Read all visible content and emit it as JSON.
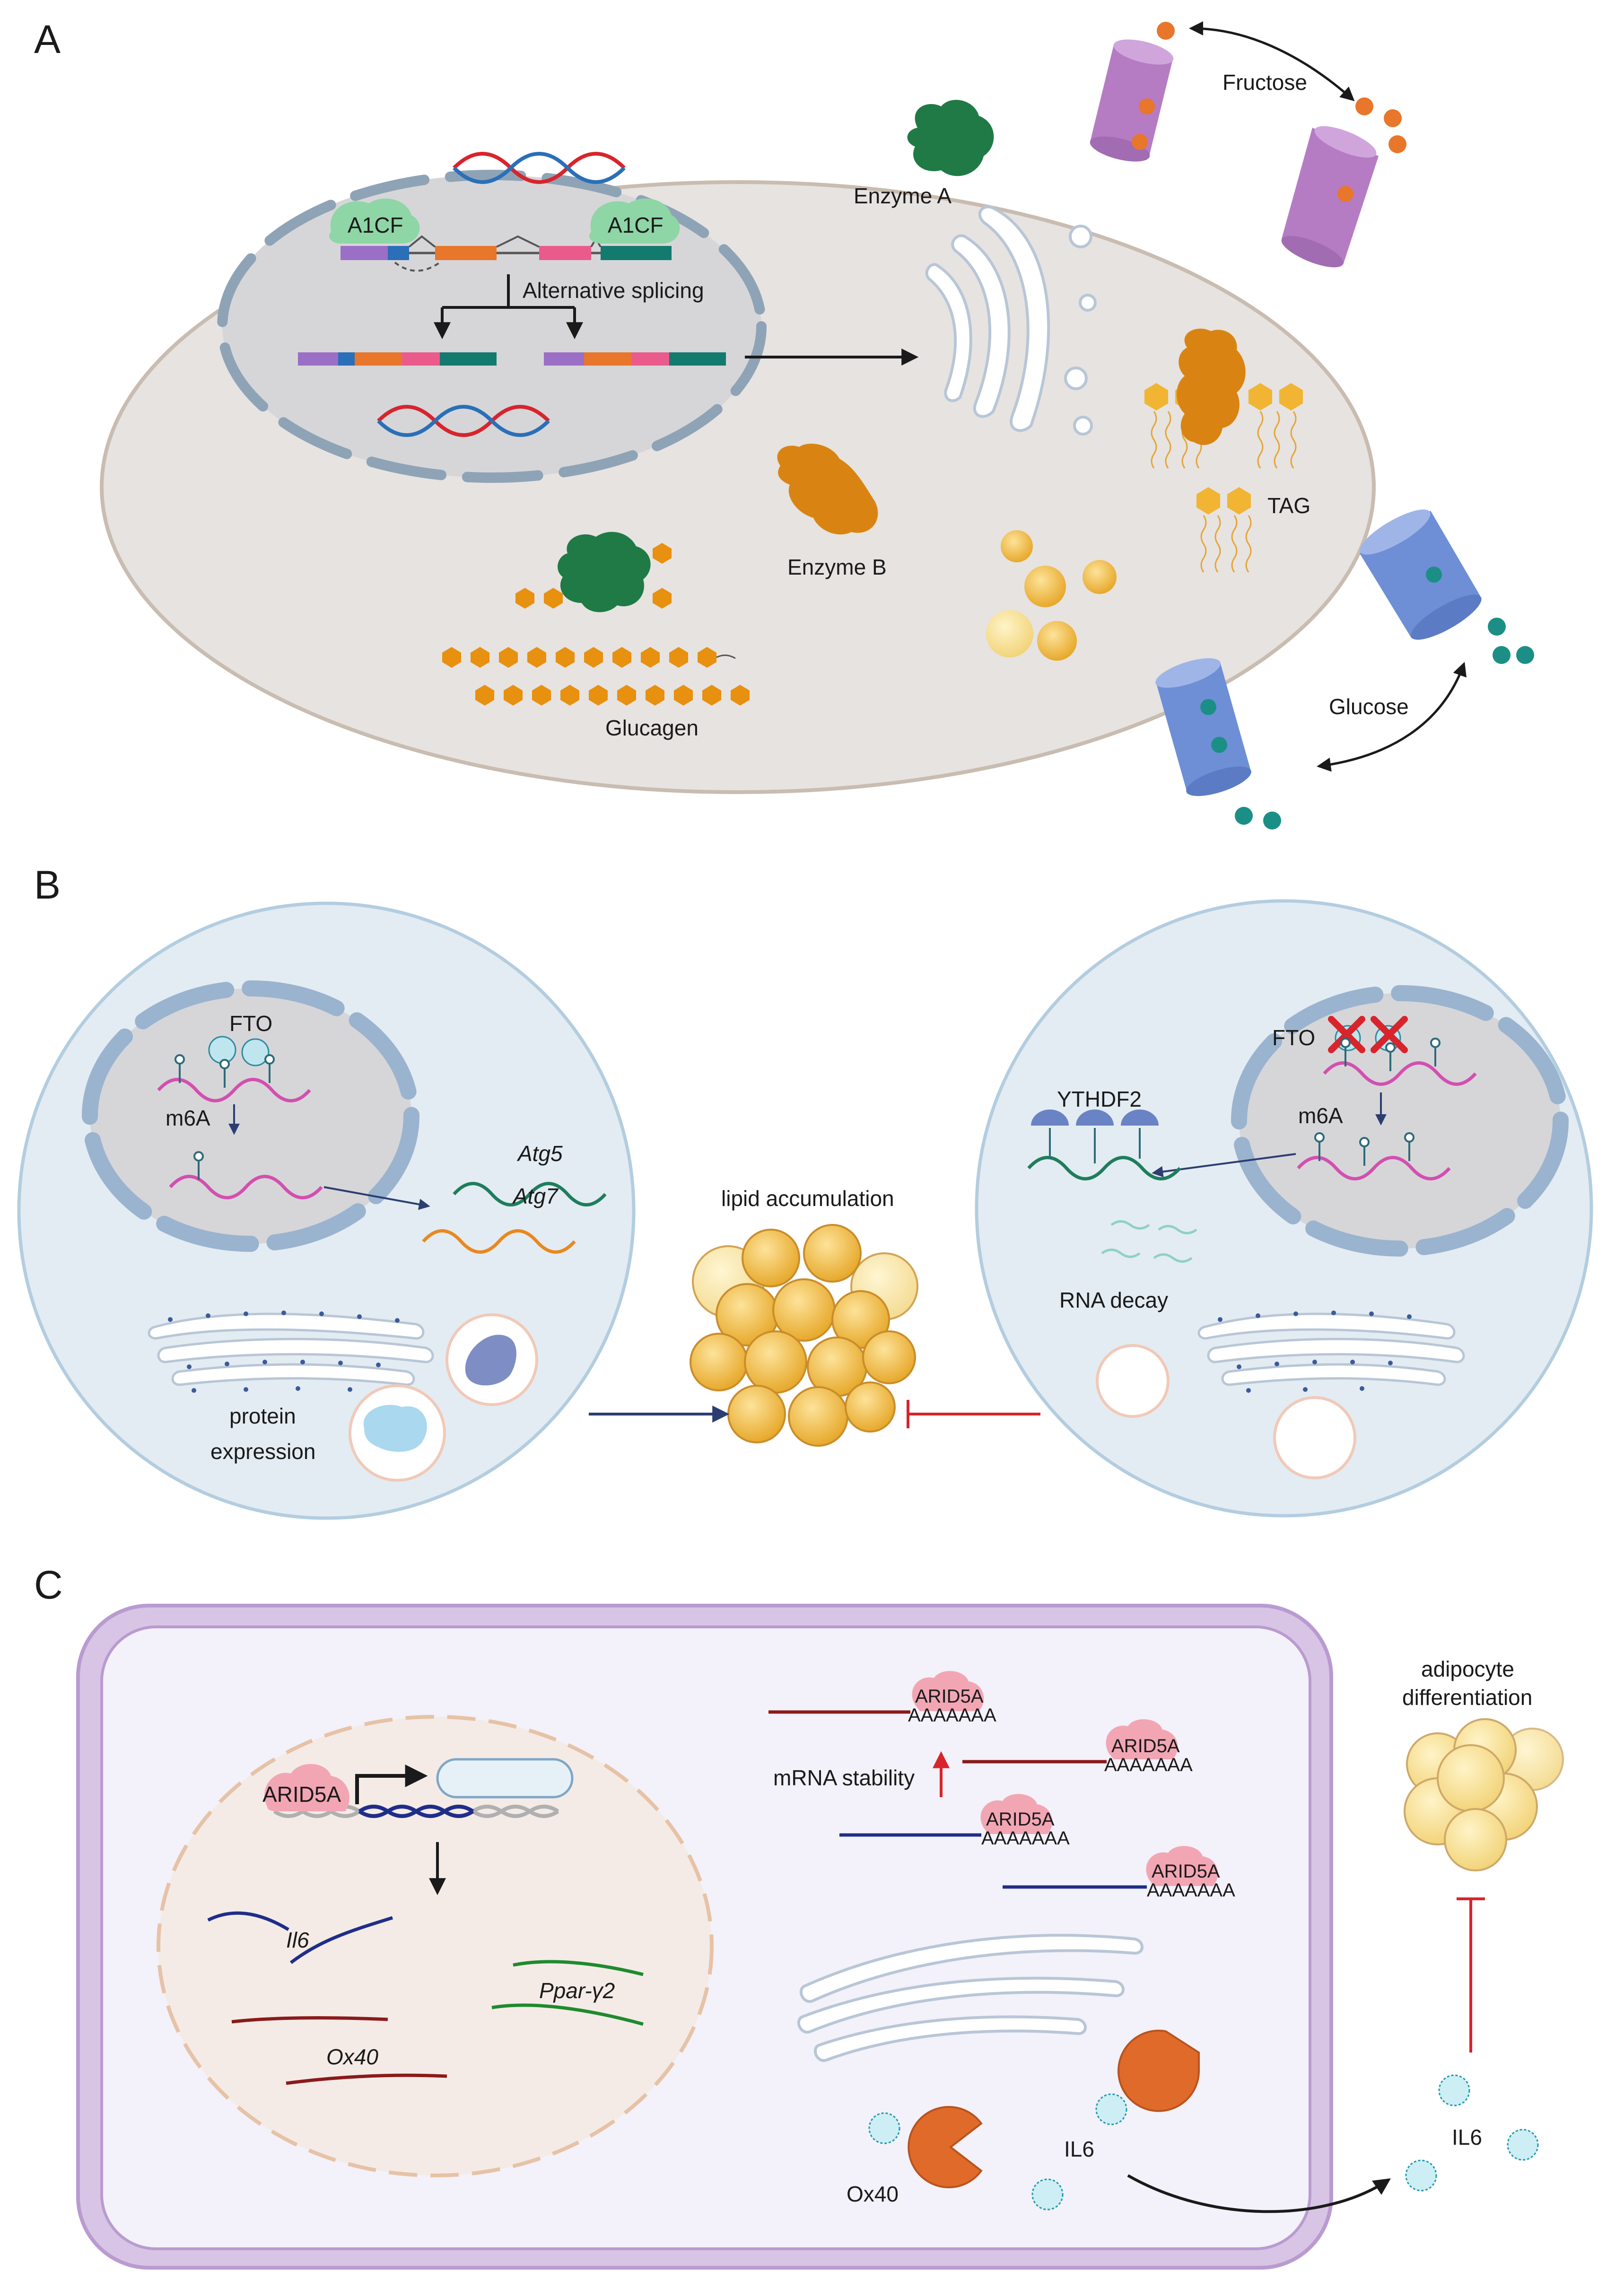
{
  "panels": {
    "a": {
      "letter": "A",
      "labels": {
        "a1cf_left": "A1CF",
        "a1cf_right": "A1CF",
        "alt_splicing": "Alternative splicing",
        "enzyme_a": "Enzyme A",
        "enzyme_b": "Enzyme B",
        "fructose": "Fructose",
        "tag": "TAG",
        "glucose": "Glucose",
        "glycogen": "Glucagen"
      }
    },
    "b": {
      "letter": "B",
      "labels": {
        "fto_left": "FTO",
        "m6a_left": "m6A",
        "atg5": "Atg5",
        "atg7": "Atg7",
        "protein_1": "protein",
        "protein_2": "expression",
        "lipid": "lipid accumulation",
        "fto_right": "FTO",
        "ythdf2": "YTHDF2",
        "m6a_right": "m6A",
        "rna_decay": "RNA decay"
      }
    },
    "c": {
      "letter": "C",
      "labels": {
        "arid5a_nucleus": "ARID5A",
        "il6_gene": "Il6",
        "ppar": "Ppar-γ2",
        "ox40_gene": "Ox40",
        "mrna_stability": "mRNA stability",
        "arid5a_1": "ARID5A",
        "arid5a_2": "ARID5A",
        "arid5a_3": "ARID5A",
        "arid5a_4": "ARID5A",
        "polyA": "AAAAAAA",
        "adipo_1": "adipocyte",
        "adipo_2": "differentiation",
        "ox40_protein": "Ox40",
        "il6_protein": "IL6",
        "il6_outside": "IL6"
      }
    }
  },
  "colors": {
    "cell_fill": "#e6e3e1",
    "cell_stroke": "#c9bcb0",
    "nucleus_fill": "#d6d6d8",
    "nuc_dash": "#8fa3b6",
    "pink_cell": "#e3ecf2",
    "fructose_dot": "#e8762b",
    "transporter_purple": "#b57cc4",
    "transporter_blue": "#6e8fd6",
    "glucose_dot": "#1b8f86",
    "enzyme_green": "#1f7a45",
    "enzyme_orange": "#d98412",
    "lipid_yellow": "#f1b533",
    "mrna_red": "#8b1a1a",
    "mrna_blue": "#1f2d8a",
    "mrna_green": "#1f8a2e",
    "arid5a_pink": "#f2a6b4",
    "pacman_orange": "#e06a2a",
    "inhibit_red": "#d8242c",
    "cell_c_border": "#b99bd0",
    "cell_c_fill": "#f3f1f9"
  }
}
